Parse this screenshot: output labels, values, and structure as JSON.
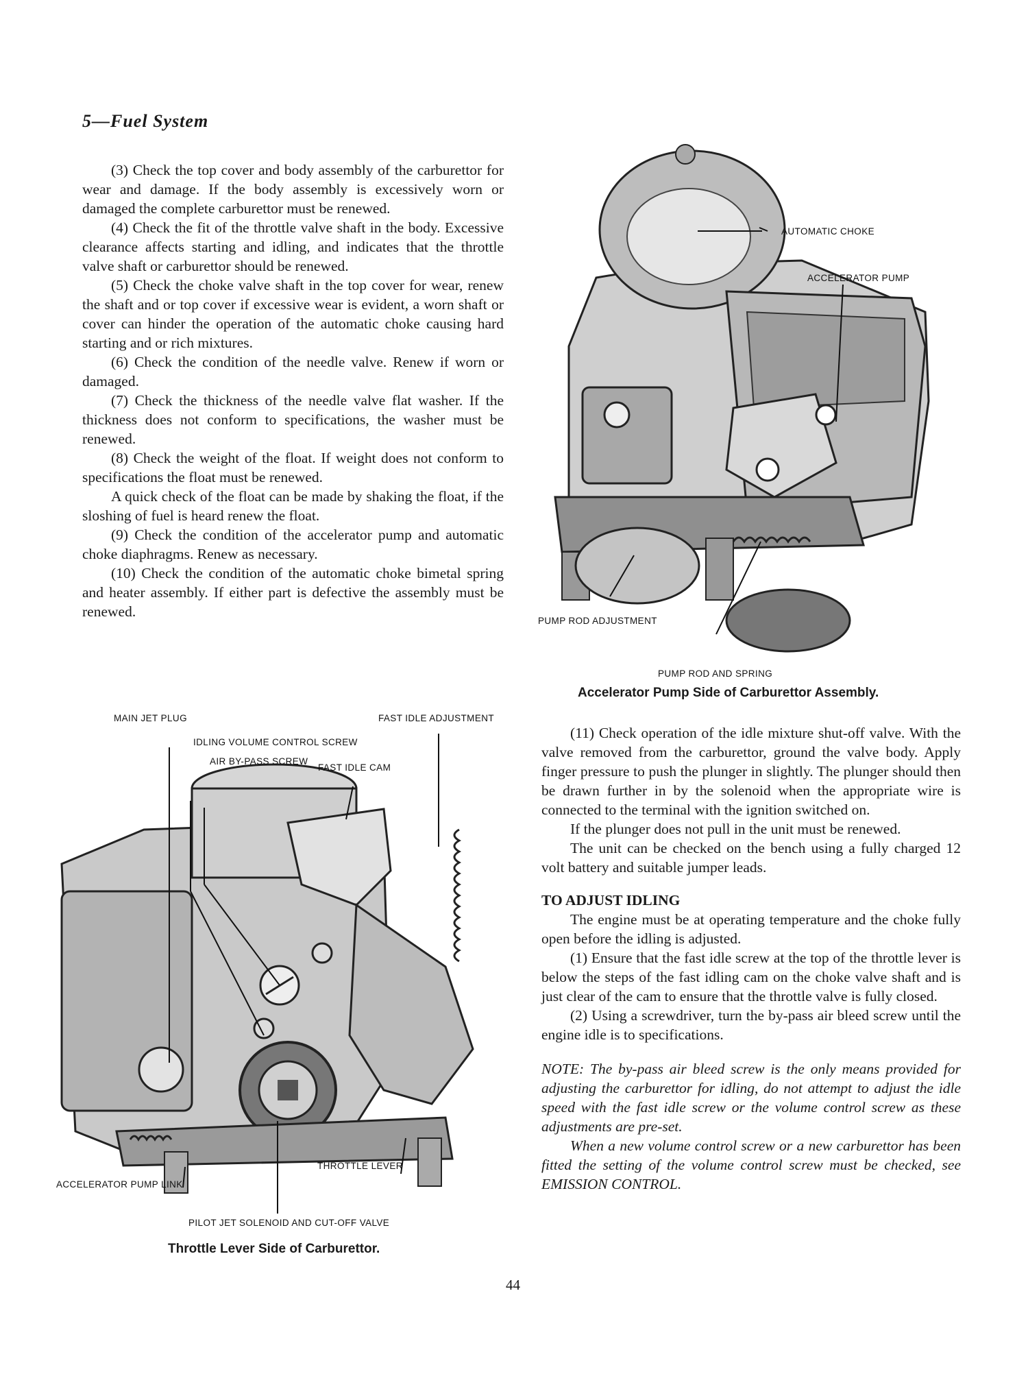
{
  "header": "5—Fuel System",
  "left_column": {
    "paragraphs": [
      "(3) Check the top cover and body assembly of the carburettor for wear and damage. If the body assembly is excessively worn or damaged the complete carburettor must be renewed.",
      "(4) Check the fit of the throttle valve shaft in the body. Excessive clearance affects starting and idling, and indicates that the throttle valve shaft or carburettor should be renewed.",
      "(5) Check the choke valve shaft in the top cover for wear, renew the shaft and or top cover if excessive wear is evident, a worn shaft or cover can hinder the operation of the automatic choke causing hard starting and or rich mixtures.",
      "(6) Check the condition of the needle valve. Renew if worn or damaged.",
      "(7) Check the thickness of the needle valve flat washer. If the thickness does not conform to specifications, the washer must be renewed.",
      "(8) Check the weight of the float. If weight does not conform to specifications the float must be renewed.",
      "A quick check of the float can be made by shaking the float, if the sloshing of fuel is heard renew the float.",
      "(9) Check the condition of the accelerator pump and automatic choke diaphragms. Renew as necessary.",
      "(10) Check the condition of the automatic choke bimetal spring and heater assembly. If either part is defective the assembly must be renewed."
    ]
  },
  "figure_top": {
    "labels": {
      "automatic_choke": "AUTOMATIC CHOKE",
      "accelerator_pump": "ACCELERATOR PUMP",
      "pump_rod_adjustment": "PUMP ROD ADJUSTMENT",
      "pump_rod_and_spring": "PUMP ROD AND SPRING"
    },
    "caption": "Accelerator Pump Side of Carburettor Assembly."
  },
  "figure_bottom": {
    "labels": {
      "main_jet_plug": "MAIN JET PLUG",
      "fast_idle_adjustment": "FAST IDLE ADJUSTMENT",
      "idling_volume_control_screw": "IDLING VOLUME CONTROL SCREW",
      "air_bypass_screw": "AIR BY-PASS SCREW",
      "fast_idle_cam": "FAST IDLE CAM",
      "throttle_lever": "THROTTLE LEVER",
      "accelerator_pump_link": "ACCELERATOR PUMP LINK",
      "pilot_jet_solenoid": "PILOT JET SOLENOID AND CUT-OFF VALVE"
    },
    "caption": "Throttle Lever Side of Carburettor."
  },
  "right_column": {
    "paragraphs": [
      "(11) Check operation of the idle mixture shut-off valve. With the valve removed from the carburettor, ground the valve body. Apply finger pressure to push the plunger in slightly. The plunger should then be drawn further in by the solenoid when the appropriate wire is connected to the terminal with the ignition switched on.",
      "If the plunger does not pull in the unit must be renewed.",
      "The unit can be checked on the bench using a fully charged 12 volt battery and suitable jumper leads."
    ],
    "section_heading": "TO ADJUST IDLING",
    "section_paragraphs": [
      "The engine must be at operating temperature and the choke fully open before the idling is adjusted.",
      "(1) Ensure that the fast idle screw at the top of the throttle lever is below the steps of the fast idling cam on the choke valve shaft and is just clear of the cam to ensure that the throttle valve is fully closed.",
      "(2) Using a screwdriver, turn the by-pass air bleed screw until the engine idle is to specifications."
    ],
    "note": [
      "NOTE: The by-pass air bleed screw is the only means provided for adjusting the carburettor for idling, do not attempt to adjust the idle speed with the fast idle screw or the volume control screw as these adjustments are pre-set.",
      "When a new volume control screw or a new carburettor has been fitted the setting of the volume control screw must be checked, see EMISSION CONTROL."
    ]
  },
  "page_number": "44"
}
